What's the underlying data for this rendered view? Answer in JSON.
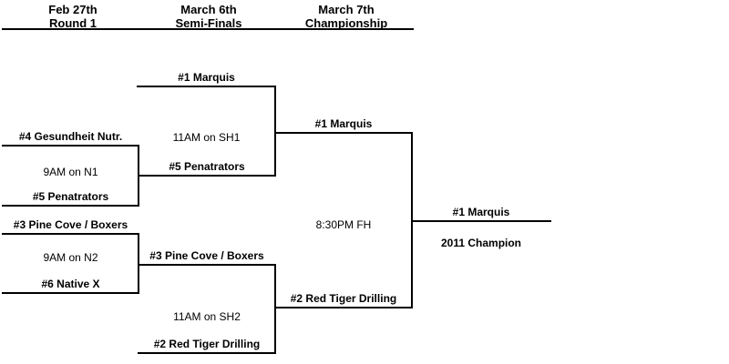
{
  "header": {
    "columns": [
      {
        "date": "Feb 27th",
        "round": "Round 1"
      },
      {
        "date": "March 6th",
        "round": "Semi-Finals"
      },
      {
        "date": "March 7th",
        "round": "Championship"
      }
    ]
  },
  "round1": {
    "match1": {
      "top_team": "#4 Gesundheit Nutr.",
      "bottom_team": "#5 Penatrators",
      "game_time": "9AM on N1"
    },
    "match2": {
      "top_team": "#3 Pine Cove / Boxers",
      "bottom_team": "#6 Native X",
      "game_time": "9AM on N2"
    }
  },
  "semifinals": {
    "match1": {
      "top_team": "#1 Marquis",
      "bottom_team": "#5 Penatrators",
      "game_time": "11AM on SH1"
    },
    "match2": {
      "top_team": "#3 Pine Cove / Boxers",
      "bottom_team": "#2 Red Tiger Drilling",
      "game_time": "11AM on SH2"
    }
  },
  "championship": {
    "top_team": "#1 Marquis",
    "bottom_team": "#2 Red Tiger Drilling",
    "game_time": "8:30PM FH"
  },
  "winner": {
    "team": "#1 Marquis",
    "caption": "2011 Champion"
  },
  "colors": {
    "line": "#000000",
    "text": "#000000",
    "background": "#ffffff"
  }
}
